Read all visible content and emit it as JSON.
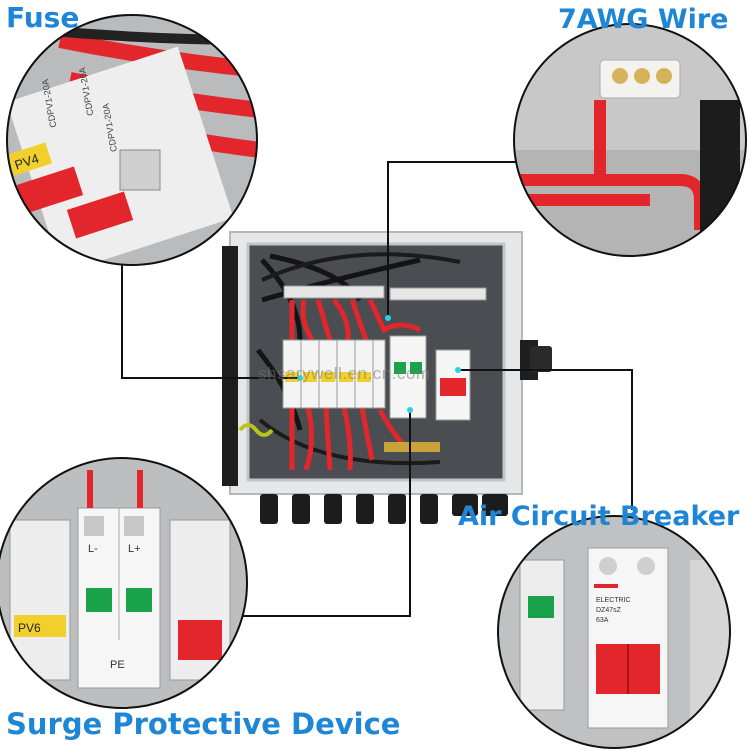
{
  "labels": {
    "fuse": "Fuse",
    "wire": "7AWG Wire",
    "breaker": "Air Circuit Breaker",
    "spd": "Surge Protective Device"
  },
  "watermark": "shsarywell.en.cn.com",
  "closeups": {
    "fuse": {
      "holder_texts": [
        "CDPV1-20A",
        "CDPV1-20A",
        "CDPV1-20A"
      ],
      "tag": "PV4"
    },
    "spd": {
      "texts": [
        "L-",
        "L+",
        "PE",
        "PV6"
      ]
    },
    "breaker": {
      "brand": "ELECTRIC",
      "model": "DZ47sZ",
      "rating": "63A"
    }
  },
  "colors": {
    "callout": "#1f86d6",
    "wire_red": "#e3262b",
    "enclosure": "#d9dadb"
  }
}
